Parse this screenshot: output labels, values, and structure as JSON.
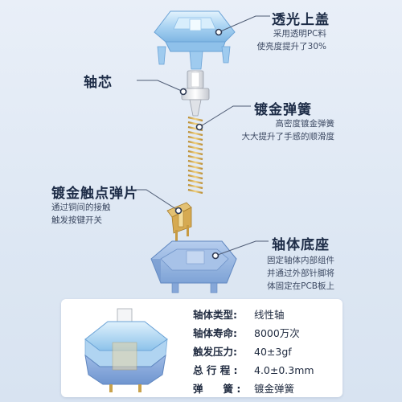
{
  "callouts": {
    "top_cover": {
      "title": "透光上盖",
      "lines": [
        "采用透明PC料",
        "使亮度提升了30%"
      ]
    },
    "stem": {
      "title": "轴芯"
    },
    "spring": {
      "title": "镀金弹簧",
      "lines": [
        "高密度镀金弹簧",
        "大大提升了手感的顺滑度"
      ]
    },
    "contact": {
      "title": "镀金触点弹片",
      "lines": [
        "通过铜间的接触",
        "触发按键开关"
      ]
    },
    "base": {
      "title": "轴体底座",
      "lines": [
        "固定轴体内部组件",
        "并通过外部针脚将",
        "体固定在PCB板上"
      ]
    }
  },
  "specs": [
    {
      "label": "轴体类型:",
      "value": "线性轴"
    },
    {
      "label": "轴体寿命:",
      "value": "8000万次"
    },
    {
      "label": "触发压力:",
      "value": "40±3gf"
    },
    {
      "label": "总 行 程 :",
      "value": "4.0±0.3mm"
    },
    {
      "label": "弹　　簧 :",
      "value": "镀金弹簧"
    }
  ],
  "colors": {
    "background": "#e2eaf5",
    "housing_blue": "#8fb2de",
    "clear_top": "#b9dcf5",
    "gold": "#d8b25a",
    "stem_white": "#f3f4f6"
  }
}
